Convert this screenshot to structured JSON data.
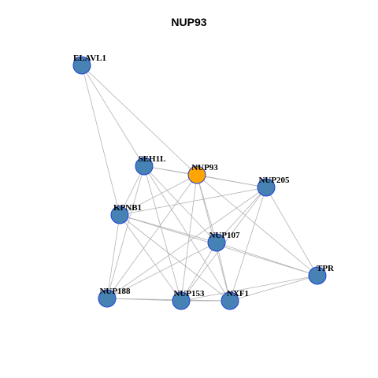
{
  "title": "NUP93",
  "colors": {
    "default_node": "#4682B4",
    "center_node": "#FFA500",
    "node_border": "#1F3FD6",
    "edge": "#B3B3B3"
  },
  "nodes": [
    {
      "id": "ELAVL1",
      "label": "ELAVL1",
      "center": false
    },
    {
      "id": "SEH1L",
      "label": "SEH1L",
      "center": false
    },
    {
      "id": "NUP93",
      "label": "NUP93",
      "center": true
    },
    {
      "id": "NUP205",
      "label": "NUP205",
      "center": false
    },
    {
      "id": "KPNB1",
      "label": "KPNB1",
      "center": false
    },
    {
      "id": "NUP107",
      "label": "NUP107",
      "center": false
    },
    {
      "id": "TPR",
      "label": "TPR",
      "center": false
    },
    {
      "id": "NUP188",
      "label": "NUP188",
      "center": false
    },
    {
      "id": "NUP153",
      "label": "NUP153",
      "center": false
    },
    {
      "id": "NXF1",
      "label": "NXF1",
      "center": false
    }
  ],
  "edges": [
    [
      "ELAVL1",
      "SEH1L"
    ],
    [
      "ELAVL1",
      "NUP93"
    ],
    [
      "ELAVL1",
      "KPNB1"
    ],
    [
      "SEH1L",
      "NUP93"
    ],
    [
      "SEH1L",
      "NUP205"
    ],
    [
      "SEH1L",
      "KPNB1"
    ],
    [
      "SEH1L",
      "NUP107"
    ],
    [
      "SEH1L",
      "NUP188"
    ],
    [
      "SEH1L",
      "NUP153"
    ],
    [
      "SEH1L",
      "NXF1"
    ],
    [
      "NUP93",
      "NUP205"
    ],
    [
      "NUP93",
      "KPNB1"
    ],
    [
      "NUP93",
      "NUP107"
    ],
    [
      "NUP93",
      "NUP188"
    ],
    [
      "NUP93",
      "NUP153"
    ],
    [
      "NUP93",
      "NXF1"
    ],
    [
      "NUP93",
      "TPR"
    ],
    [
      "NUP205",
      "KPNB1"
    ],
    [
      "NUP205",
      "NUP107"
    ],
    [
      "NUP205",
      "NUP153"
    ],
    [
      "NUP205",
      "NXF1"
    ],
    [
      "NUP205",
      "TPR"
    ],
    [
      "NUP205",
      "NUP188"
    ],
    [
      "KPNB1",
      "NUP107"
    ],
    [
      "KPNB1",
      "NUP188"
    ],
    [
      "KPNB1",
      "NUP153"
    ],
    [
      "KPNB1",
      "NXF1"
    ],
    [
      "KPNB1",
      "TPR"
    ],
    [
      "NUP107",
      "NUP188"
    ],
    [
      "NUP107",
      "NUP153"
    ],
    [
      "NUP107",
      "NXF1"
    ],
    [
      "NUP107",
      "TPR"
    ],
    [
      "NUP188",
      "NUP153"
    ],
    [
      "NUP188",
      "NXF1"
    ],
    [
      "NUP153",
      "NXF1"
    ],
    [
      "NUP153",
      "TPR"
    ],
    [
      "NXF1",
      "TPR"
    ]
  ]
}
